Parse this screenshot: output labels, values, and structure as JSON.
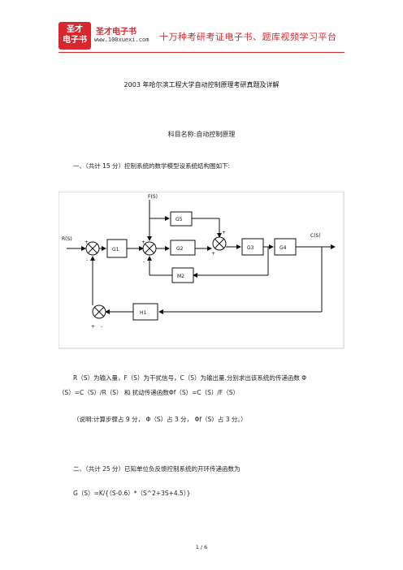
{
  "header": {
    "logo_line1": "圣才",
    "logo_line2": "电子书",
    "brand_name": "圣才电子书",
    "brand_url": "www.100xuexi.com",
    "slogan": "十万种考研考证电子书、题库视频学习平台"
  },
  "document": {
    "title": "2003 年哈尔滨工程大学自动控制原理考研真题及详解",
    "subject": "科目名称:自动控制原理",
    "q1_heading": "一、（共计 15 分）控制系统的数学模型设系统结构图如下:",
    "q1_text_line1": "R（S）为输入量，F（S）为干扰信号，C（S）为输出量.分别求出该系统的传递函数 Φ",
    "q1_text_line2": "（S）=C（S）/R（S）  和  扰动传递函数Φf（S）=C（S）/F（S）",
    "q1_note": "（说明:计算步骤占 9 分， Φ（S）占 3 分， Φf（S）占 3 分。）",
    "q2_heading": "二、（共计 25 分）已知单位负反馈控制系统的开环传递函数为",
    "q2_formula": "G（S）=K/{（S-0.6）*（S^2+3S+4.5）}"
  },
  "diagram": {
    "input_label": "R(S)",
    "disturbance_label": "F(S)",
    "output_label": "C(S)",
    "blocks": {
      "g1": "G1",
      "g2": "G2",
      "g3": "G3",
      "g4": "G4",
      "g5": "G5",
      "m2": "M2",
      "h1": "H1"
    },
    "signs": {
      "s1_in": "+",
      "s1_fb": "-",
      "s2_in": "+",
      "s2_fb": "-",
      "s3_in": "+",
      "s3_fb": "-",
      "s4_a": "+",
      "s4_b": "+"
    }
  },
  "footer": {
    "page": "1 / 6"
  }
}
